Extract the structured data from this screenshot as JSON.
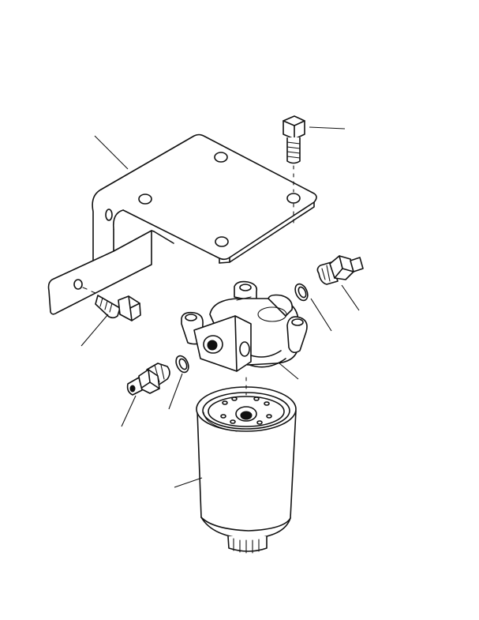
{
  "diagram": {
    "type": "exploded-parts-view",
    "parts": [
      {
        "id": "mounting-bracket",
        "icon": "bracket-shape"
      },
      {
        "id": "top-hex-bolt",
        "icon": "bolt-shape"
      },
      {
        "id": "side-hex-bolt",
        "icon": "bolt-shape"
      },
      {
        "id": "filter-head",
        "icon": "filter-head-shape"
      },
      {
        "id": "right-fitting",
        "icon": "fitting-shape"
      },
      {
        "id": "right-o-ring",
        "icon": "o-ring-shape"
      },
      {
        "id": "left-fitting",
        "icon": "fitting-shape"
      },
      {
        "id": "left-o-ring",
        "icon": "o-ring-shape"
      },
      {
        "id": "filter-element",
        "icon": "cartridge-shape"
      }
    ],
    "colors": {
      "line": "#111111",
      "background": "#ffffff"
    }
  }
}
